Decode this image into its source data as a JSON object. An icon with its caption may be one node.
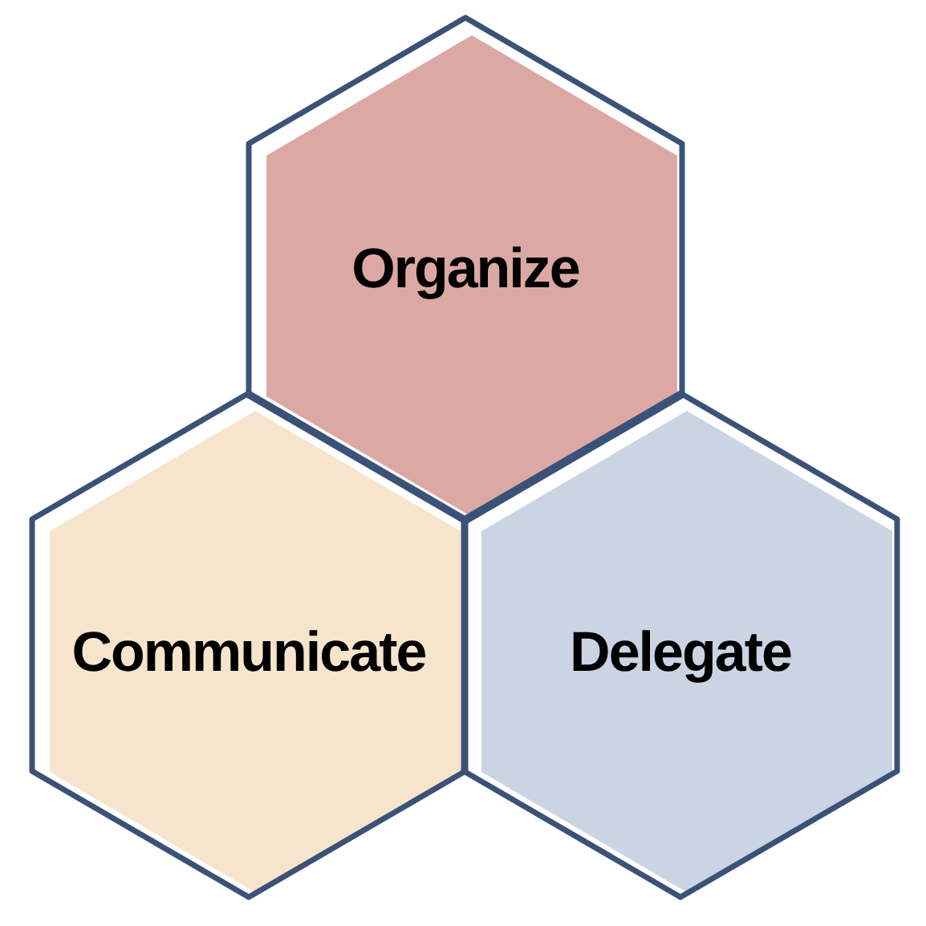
{
  "diagram": {
    "nodes": [
      {
        "text": [
          "Organize"
        ]
      },
      {
        "text": [
          "Communicate"
        ]
      },
      {
        "text": [
          "Delegate"
        ]
      }
    ]
  }
}
